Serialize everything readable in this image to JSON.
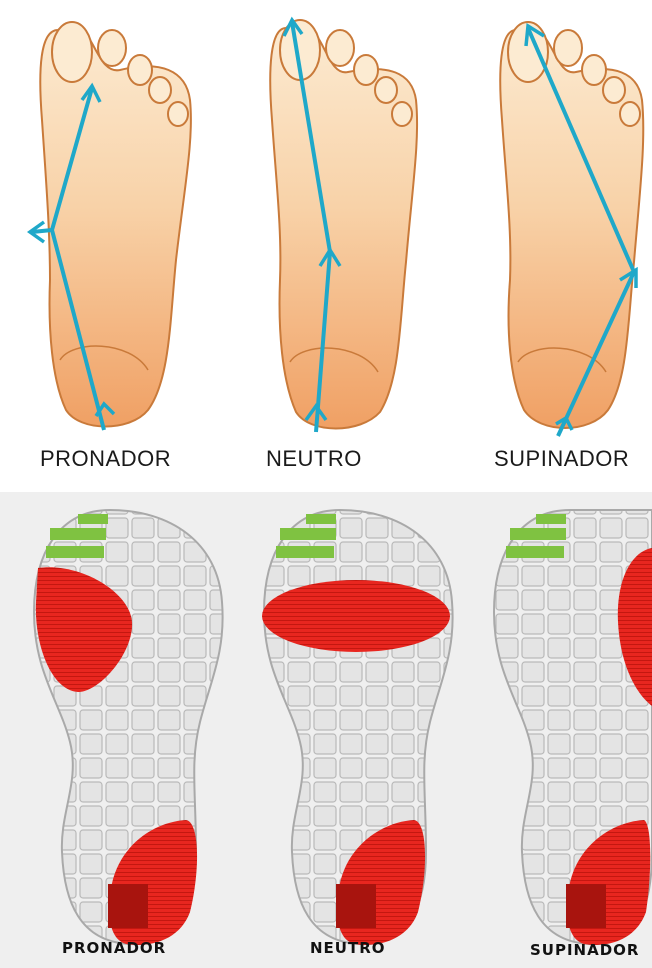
{
  "top_labels": {
    "pronador": "PRONADOR",
    "neutro": "NEUTRO",
    "supinador": "SUPINADOR"
  },
  "bottom_labels": {
    "pronador": "PRONADOR",
    "neutro": "NEUTRO",
    "supinador": "SUPINADOR"
  },
  "colors": {
    "arrow": "#1fa8c9",
    "skin_light": "#fbe6c8",
    "skin_dark": "#f2a870",
    "outline": "#c97a3a",
    "pressure": "#e8261f",
    "toe_green": "#7fc241",
    "sole_gray": "#d5d5d5"
  }
}
